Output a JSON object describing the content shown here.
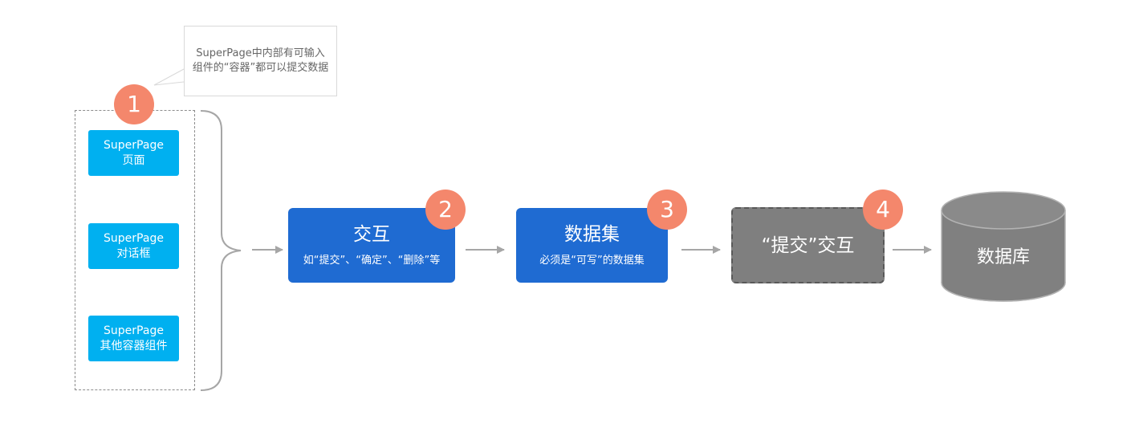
{
  "callout": {
    "text": "SuperPage中内部有可输入组件的“容器”都可以提交数据"
  },
  "sources": [
    {
      "line1": "SuperPage",
      "line2": "页面"
    },
    {
      "line1": "SuperPage",
      "line2": "对话框"
    },
    {
      "line1": "SuperPage",
      "line2": "其他容器组件"
    }
  ],
  "steps": [
    {
      "badge": "1"
    },
    {
      "badge": "2",
      "title": "交互",
      "subtitle": "如“提交”、“确定”、“删除”等"
    },
    {
      "badge": "3",
      "title": "数据集",
      "subtitle": "必须是“可写”的数据集"
    },
    {
      "badge": "4",
      "title": "“提交”交互"
    }
  ],
  "database": {
    "label": "数据库"
  },
  "colors": {
    "source_box": "#00b0f0",
    "step_blue": "#1f6bd2",
    "step_gray": "#7f7f7f",
    "badge": "#f4876c",
    "arrow": "#a6a6a6",
    "database": "#808080"
  }
}
